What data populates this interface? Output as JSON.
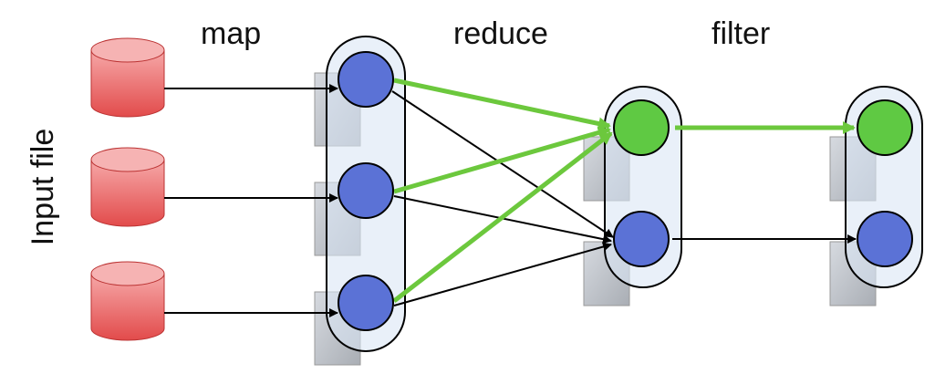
{
  "labels": {
    "map": "map",
    "reduce": "reduce",
    "filter": "filter",
    "input": "Input file"
  },
  "colors": {
    "cylinder": "#e24b4b",
    "node_blue": "#5b72d6",
    "node_green": "#5fc943",
    "edge_green": "#6cc83d",
    "edge_black": "#000000",
    "container": "#dbe6f5"
  },
  "icons": {
    "input_store": "database-cylinder-icon",
    "server": "server-rack-icon"
  },
  "stages": [
    {
      "name": "input",
      "nodes": 3
    },
    {
      "name": "map",
      "nodes": 3
    },
    {
      "name": "reduce",
      "nodes": 2
    },
    {
      "name": "filter",
      "nodes": 2
    }
  ]
}
